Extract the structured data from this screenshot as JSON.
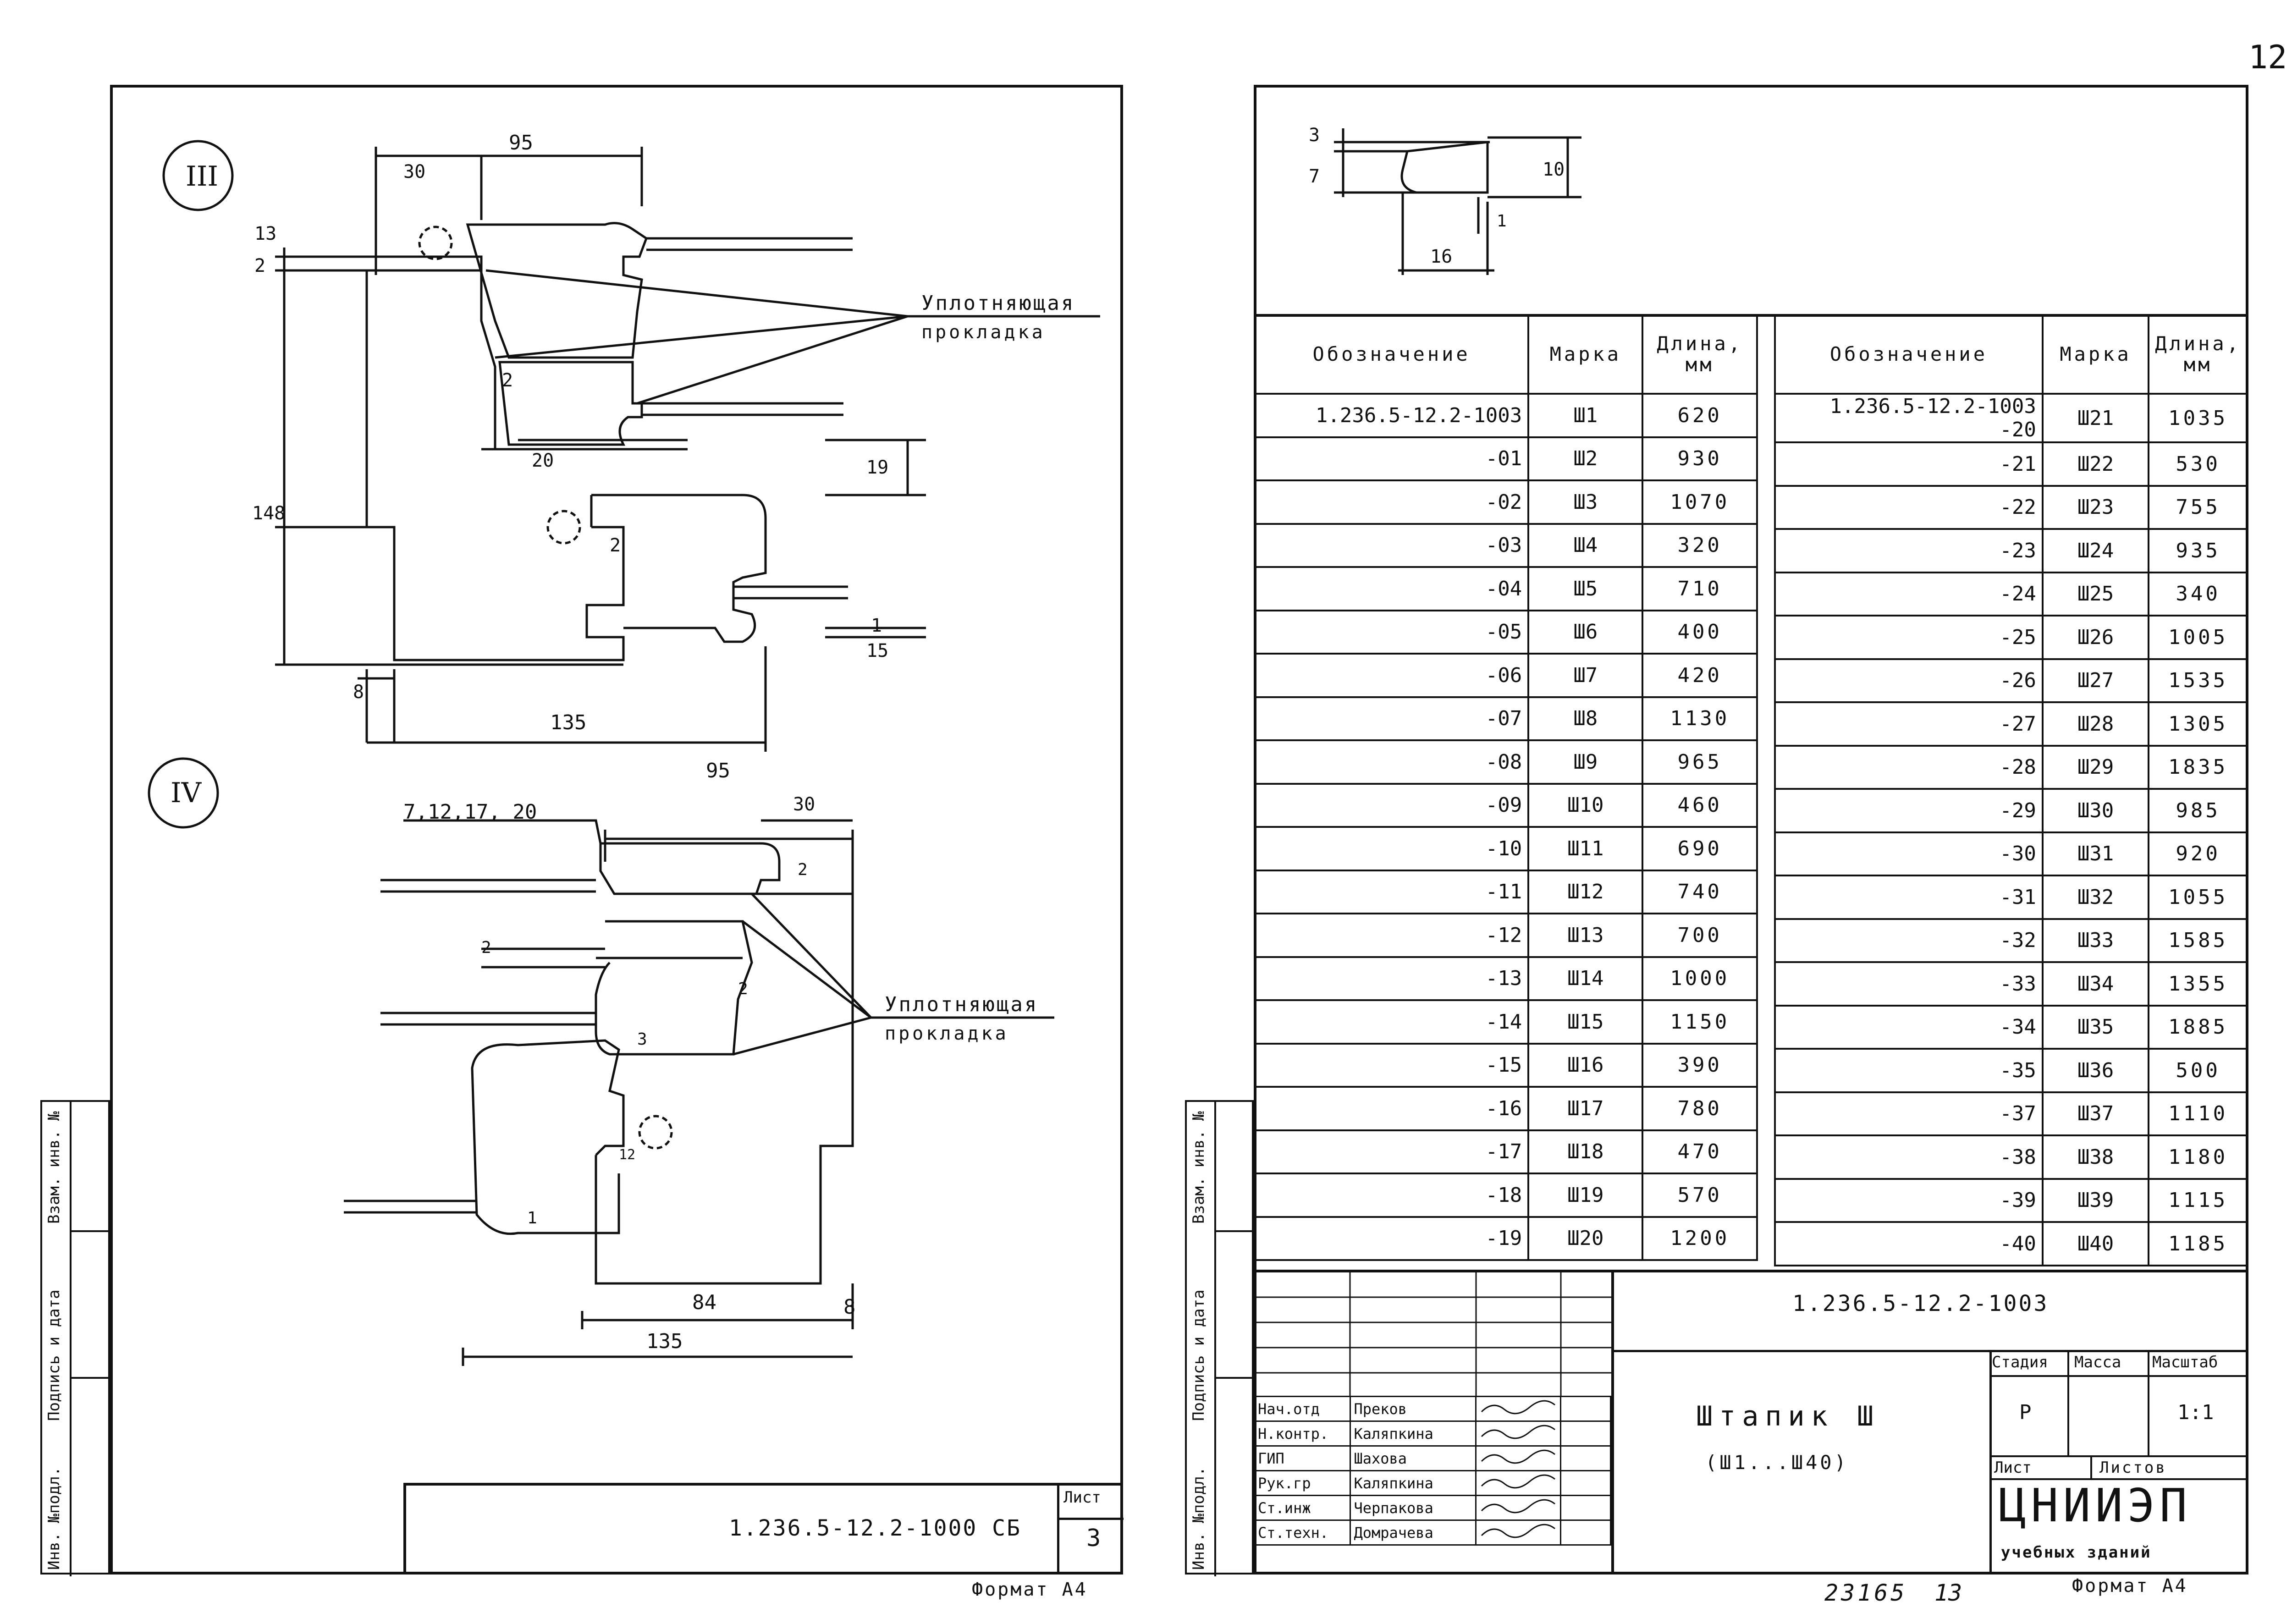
{
  "page_number": "12",
  "left_sheet": {
    "section_III": {
      "roman": "III",
      "dims": {
        "d95": "95",
        "d30": "30",
        "d2": "2",
        "d13": "13",
        "d148": "148",
        "d20": "20",
        "d19": "19",
        "d1": "1",
        "d15": "15",
        "d8": "8",
        "d135": "135",
        "m2a": "2",
        "m2b": "2"
      },
      "label_line1": "Уплотняющая",
      "label_line2": "прокладка"
    },
    "section_IV": {
      "roman": "IV",
      "dims": {
        "d95": "95",
        "d30": "30",
        "marks": "7,12,17, 20",
        "d2a": "2",
        "d2b": "2",
        "d2c": "2",
        "d3": "3",
        "d12": "12",
        "d1": "1",
        "d84": "84",
        "d8": "8",
        "d135": "135"
      },
      "label_line1": "Уплотняющая",
      "label_line2": "прокладка"
    },
    "side_stamp": [
      "Инв. №подл.",
      "Подпись и дата",
      "Взам. инв. №"
    ],
    "title_code": "1.236.5-12.2-1000 СБ",
    "sheet_label": "Лист",
    "sheet_no": "3",
    "format": "Формат А4"
  },
  "right_sheet": {
    "profile": {
      "d7": "7",
      "d3": "3",
      "d10": "10",
      "d1": "1",
      "d16": "16"
    },
    "headers": {
      "designation": "Обозначение",
      "mark": "Марка",
      "length_line1": "Длина,",
      "length_line2": "мм"
    },
    "rows_left": [
      {
        "des": "1.236.5-12.2-1003",
        "mark": "Ш1",
        "len": "620"
      },
      {
        "des": "-01",
        "mark": "Ш2",
        "len": "930"
      },
      {
        "des": "-02",
        "mark": "Ш3",
        "len": "1070"
      },
      {
        "des": "-03",
        "mark": "Ш4",
        "len": "320"
      },
      {
        "des": "-04",
        "mark": "Ш5",
        "len": "710"
      },
      {
        "des": "-05",
        "mark": "Ш6",
        "len": "400"
      },
      {
        "des": "-06",
        "mark": "Ш7",
        "len": "420"
      },
      {
        "des": "-07",
        "mark": "Ш8",
        "len": "1130"
      },
      {
        "des": "-08",
        "mark": "Ш9",
        "len": "965"
      },
      {
        "des": "-09",
        "mark": "Ш10",
        "len": "460"
      },
      {
        "des": "-10",
        "mark": "Ш11",
        "len": "690"
      },
      {
        "des": "-11",
        "mark": "Ш12",
        "len": "740"
      },
      {
        "des": "-12",
        "mark": "Ш13",
        "len": "700"
      },
      {
        "des": "-13",
        "mark": "Ш14",
        "len": "1000"
      },
      {
        "des": "-14",
        "mark": "Ш15",
        "len": "1150"
      },
      {
        "des": "-15",
        "mark": "Ш16",
        "len": "390"
      },
      {
        "des": "-16",
        "mark": "Ш17",
        "len": "780"
      },
      {
        "des": "-17",
        "mark": "Ш18",
        "len": "470"
      },
      {
        "des": "-18",
        "mark": "Ш19",
        "len": "570"
      },
      {
        "des": "-19",
        "mark": "Ш20",
        "len": "1200"
      }
    ],
    "rows_right": [
      {
        "des": "1.236.5-12.2-1003 -20",
        "mark": "Ш21",
        "len": "1035"
      },
      {
        "des": "-21",
        "mark": "Ш22",
        "len": "530"
      },
      {
        "des": "-22",
        "mark": "Ш23",
        "len": "755"
      },
      {
        "des": "-23",
        "mark": "Ш24",
        "len": "935"
      },
      {
        "des": "-24",
        "mark": "Ш25",
        "len": "340"
      },
      {
        "des": "-25",
        "mark": "Ш26",
        "len": "1005"
      },
      {
        "des": "-26",
        "mark": "Ш27",
        "len": "1535"
      },
      {
        "des": "-27",
        "mark": "Ш28",
        "len": "1305"
      },
      {
        "des": "-28",
        "mark": "Ш29",
        "len": "1835"
      },
      {
        "des": "-29",
        "mark": "Ш30",
        "len": "985"
      },
      {
        "des": "-30",
        "mark": "Ш31",
        "len": "920"
      },
      {
        "des": "-31",
        "mark": "Ш32",
        "len": "1055"
      },
      {
        "des": "-32",
        "mark": "Ш33",
        "len": "1585"
      },
      {
        "des": "-33",
        "mark": "Ш34",
        "len": "1355"
      },
      {
        "des": "-34",
        "mark": "Ш35",
        "len": "1885"
      },
      {
        "des": "-35",
        "mark": "Ш36",
        "len": "500"
      },
      {
        "des": "-37",
        "mark": "Ш37",
        "len": "1110"
      },
      {
        "des": "-38",
        "mark": "Ш38",
        "len": "1180"
      },
      {
        "des": "-39",
        "mark": "Ш39",
        "len": "1115"
      },
      {
        "des": "-40",
        "mark": "Ш40",
        "len": "1185"
      }
    ],
    "title_block": {
      "doc_code": "1.236.5-12.2-1003",
      "name_line1": "Штапик Ш",
      "name_line2": "(Ш1...Ш40)",
      "stage_label": "Стадия",
      "mass_label": "Масса",
      "scale_label": "Масштаб",
      "stage": "Р",
      "scale": "1:1",
      "sheet_label": "Лист",
      "sheets_label": "Листов",
      "org_line1": "ЦНИИЭП",
      "org_line2": "учебных зданий",
      "staff": [
        {
          "role": "Нач.отд",
          "name": "Преков"
        },
        {
          "role": "Н.контр.",
          "name": "Каляпкина"
        },
        {
          "role": "ГИП",
          "name": "Шахова"
        },
        {
          "role": "Рук.гр",
          "name": "Каляпкина"
        },
        {
          "role": "Ст.инж",
          "name": "Черпакова"
        },
        {
          "role": "Ст.техн.",
          "name": "Домрачева"
        }
      ]
    },
    "side_stamp": [
      "Инв. №подл.",
      "Подпись и дата",
      "Взам. инв. №"
    ],
    "footer_number": "23165",
    "footer_number2": "13",
    "format": "Формат А4"
  }
}
